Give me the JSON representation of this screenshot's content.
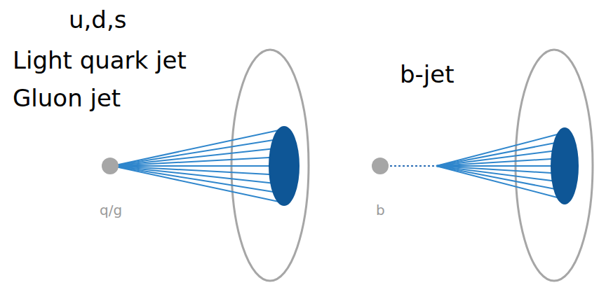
{
  "diagram": {
    "labels": [
      "u,d,s",
      "Light quark jet",
      "Gluon jet",
      "b-jet",
      "q/g",
      "b"
    ]
  }
}
